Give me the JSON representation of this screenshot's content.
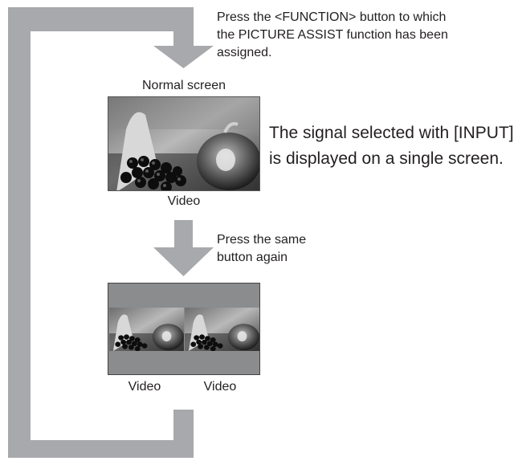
{
  "step1": {
    "instruction_lines": [
      "Press the <FUNCTION> button to which",
      "the PICTURE ASSIST function has been",
      "assigned."
    ]
  },
  "normal_screen": {
    "title": "Normal screen",
    "caption": "Video",
    "description_lines": [
      "The signal selected with [INPUT]",
      "is displayed on a single screen."
    ]
  },
  "step2": {
    "instruction_lines": [
      "Press the same",
      "button again"
    ]
  },
  "split_screen": {
    "left_caption": "Video",
    "right_caption": "Video"
  },
  "colors": {
    "frame": "#a7a9ac",
    "text": "#231f20"
  }
}
